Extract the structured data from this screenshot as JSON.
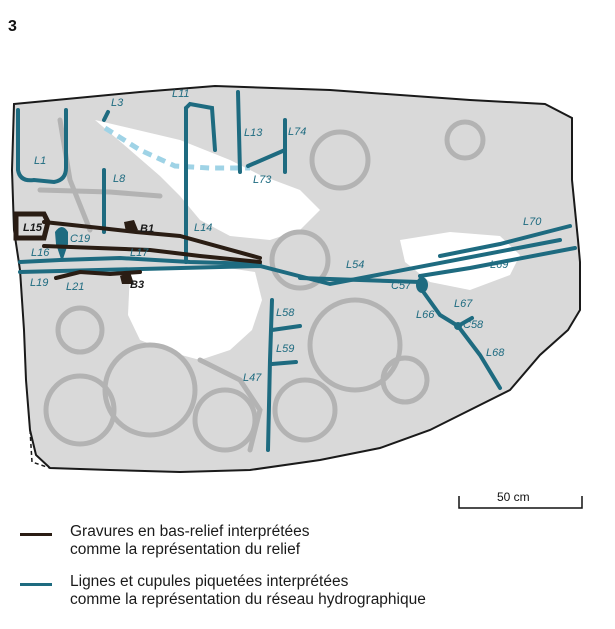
{
  "figure_number": "3",
  "colors": {
    "relief": "#2a1d14",
    "hydro": "#1e6b80",
    "hydro_dashed": "#9fd3e6",
    "rock": "#d9d9d9",
    "engraving": "#b3b3b3",
    "outline": "#1a1a1a"
  },
  "scale_bar": {
    "label": "50 cm"
  },
  "labels": {
    "L1": "L1",
    "L3": "L3",
    "L8": "L8",
    "L11": "L11",
    "L13": "L13",
    "L14": "L14",
    "L15": "L15",
    "L16": "L16",
    "L17": "L17",
    "L19": "L19",
    "L21": "L21",
    "L47": "L47",
    "L54": "L54",
    "L58": "L58",
    "L59": "L59",
    "L66": "L66",
    "L67": "L67",
    "L68": "L68",
    "L69": "L69",
    "L70": "L70",
    "L73": "L73",
    "L74": "L74",
    "C19": "C19",
    "C57": "C57",
    "C58": "C58",
    "B1": "B1",
    "B3": "B3"
  },
  "legend": {
    "relief": {
      "line1": "Gravures en bas-relief interprétées",
      "line2": "comme la représentation du relief"
    },
    "hydro": {
      "line1": "Lignes et cupules piquetées interprétées",
      "line2": "comme la représentation du réseau hydrographique"
    }
  }
}
